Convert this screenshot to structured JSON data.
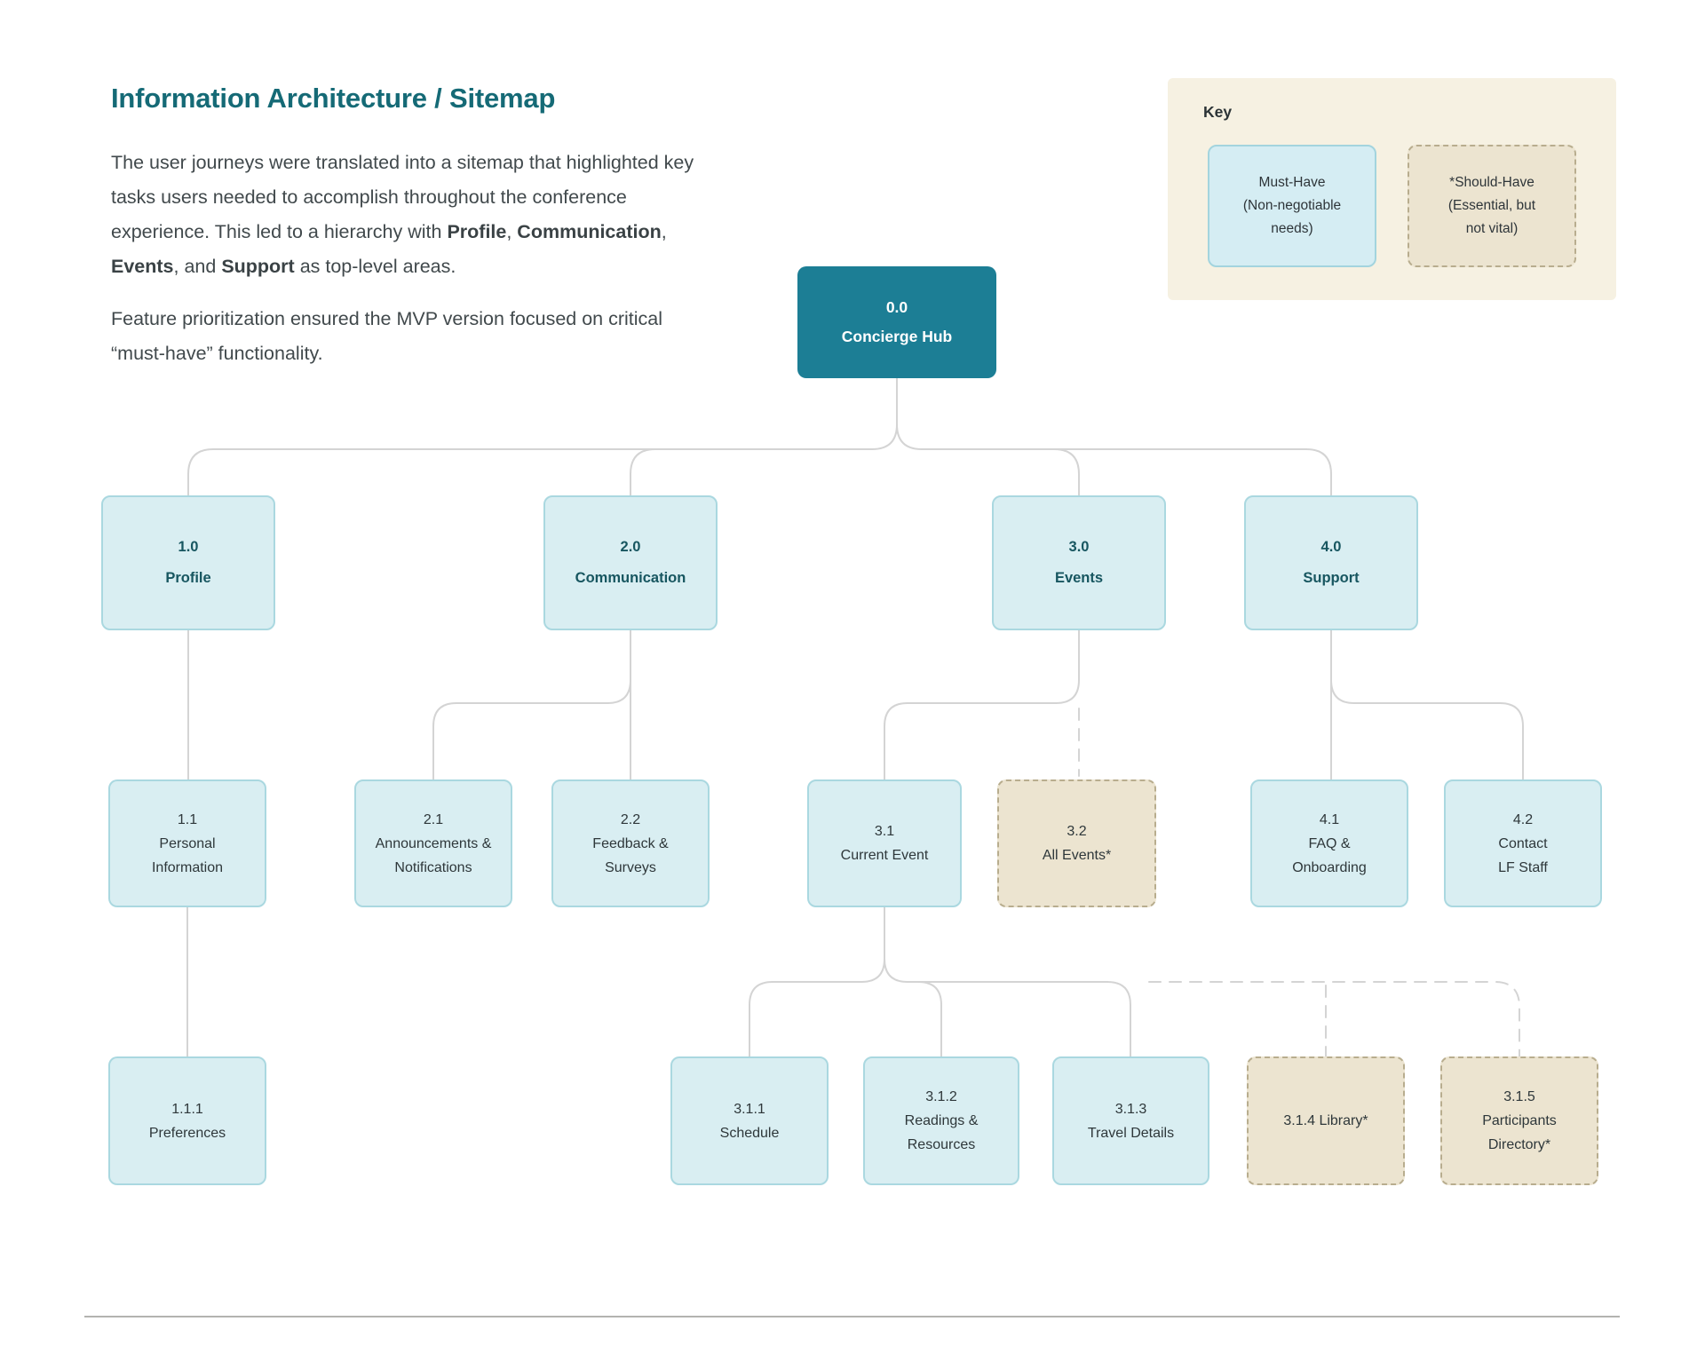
{
  "page": {
    "title": "Information Architecture / Sitemap",
    "intro_p1": [
      {
        "t": "The user journeys were translated into a sitemap that highlighted key tasks users needed to accomplish throughout the conference experience. This led to a hierarchy with "
      },
      {
        "t": "Profile"
      },
      {
        "t": ", "
      },
      {
        "t": "Communication"
      },
      {
        "t": ", "
      },
      {
        "t": "Events"
      },
      {
        "t": ", and "
      },
      {
        "t": "Support"
      },
      {
        "t": " as top-level areas."
      }
    ],
    "intro_p2": "Feature prioritization ensured the MVP version focused on critical “must-have” functionality."
  },
  "key": {
    "heading": "Key",
    "must": {
      "lines": [
        "Must-Have",
        "(Non-negotiable",
        "needs)"
      ]
    },
    "should": {
      "lines": [
        "*Should-Have",
        "(Essential, but",
        "not vital)"
      ]
    }
  },
  "tree": {
    "nodes": [
      {
        "id": "0.0",
        "type": "must-have-root",
        "lines": [
          "0.0",
          "Concierge Hub"
        ]
      },
      {
        "id": "1.0",
        "type": "must-have",
        "lines": [
          "1.0",
          "Profile"
        ]
      },
      {
        "id": "2.0",
        "type": "must-have",
        "lines": [
          "2.0",
          "Communication"
        ]
      },
      {
        "id": "3.0",
        "type": "must-have",
        "lines": [
          "3.0",
          "Events"
        ]
      },
      {
        "id": "4.0",
        "type": "must-have",
        "lines": [
          "4.0",
          "Support"
        ]
      },
      {
        "id": "1.1",
        "type": "must-have",
        "lines": [
          "1.1",
          "Personal",
          "Information"
        ]
      },
      {
        "id": "2.1",
        "type": "must-have",
        "lines": [
          "2.1",
          "Announcements &",
          "Notifications"
        ]
      },
      {
        "id": "2.2",
        "type": "must-have",
        "lines": [
          "2.2",
          "Feedback &",
          "Surveys"
        ]
      },
      {
        "id": "3.1",
        "type": "must-have",
        "lines": [
          "3.1",
          "Current Event"
        ]
      },
      {
        "id": "3.2",
        "type": "should-have",
        "lines": [
          "3.2",
          "All Events*"
        ]
      },
      {
        "id": "4.1",
        "type": "must-have",
        "lines": [
          "4.1",
          "FAQ &",
          "Onboarding"
        ]
      },
      {
        "id": "4.2",
        "type": "must-have",
        "lines": [
          "4.2",
          "Contact",
          "LF Staff"
        ]
      },
      {
        "id": "1.1.1",
        "type": "must-have",
        "lines": [
          "1.1.1",
          "Preferences"
        ]
      },
      {
        "id": "3.1.1",
        "type": "must-have",
        "lines": [
          "3.1.1",
          "Schedule"
        ]
      },
      {
        "id": "3.1.2",
        "type": "must-have",
        "lines": [
          "3.1.2",
          "Readings &",
          "Resources"
        ]
      },
      {
        "id": "3.1.3",
        "type": "must-have",
        "lines": [
          "3.1.3",
          "Travel Details"
        ]
      },
      {
        "id": "3.1.4",
        "type": "should-have",
        "lines": [
          "3.1.4 Library*"
        ]
      },
      {
        "id": "3.1.5",
        "type": "should-have",
        "lines": [
          "3.1.5",
          "Participants",
          "Directory*"
        ]
      }
    ]
  },
  "colors": {
    "title_teal": "#156a76",
    "root_fill": "#1c7e95",
    "must_have_fill": "#d9eef2",
    "must_have_border": "#aad8e0",
    "should_have_fill": "#ece4d0",
    "should_have_border": "#b8ad8e",
    "key_panel_bg": "#f6f1e2",
    "connector_gray": "#d4d4d4"
  }
}
